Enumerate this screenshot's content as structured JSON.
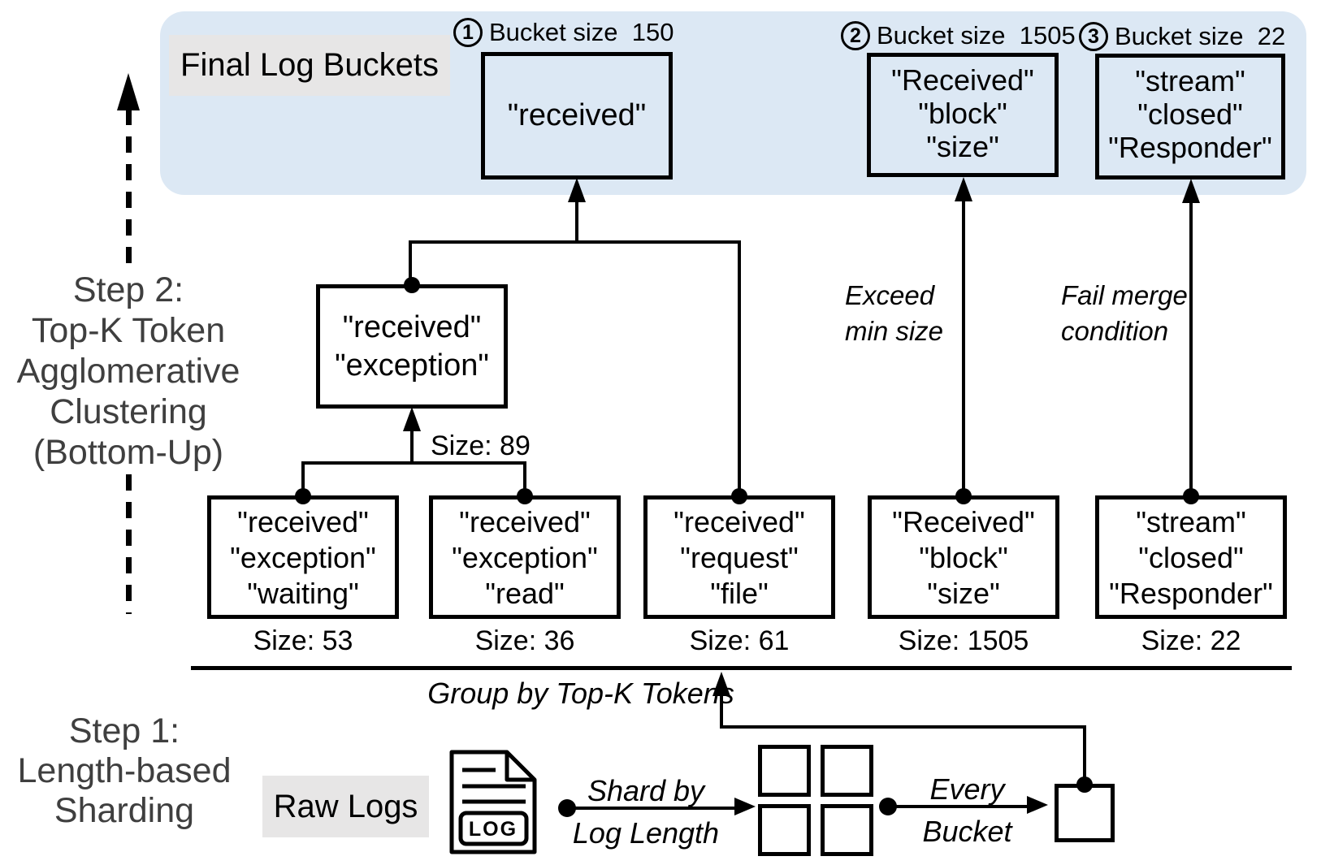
{
  "colors": {
    "panel_blue": "#dce8f4",
    "label_gray": "#e7e6e6",
    "step_text_gray": "#3f3f3f",
    "line_black": "#000000"
  },
  "final_buckets_label": "Final Log Buckets",
  "buckets": [
    {
      "number": "1",
      "size_label": "Bucket size  150",
      "tokens": [
        "\"received\""
      ]
    },
    {
      "number": "2",
      "size_label": "Bucket size  1505",
      "tokens": [
        "\"Received\"",
        "\"block\"",
        "\"size\""
      ]
    },
    {
      "number": "3",
      "size_label": "Bucket size  22",
      "tokens": [
        "\"stream\"",
        "\"closed\"",
        "\"Responder\""
      ]
    }
  ],
  "merge_box": {
    "tokens": [
      "\"received\"",
      "\"exception\""
    ],
    "size_label": "Size: 89"
  },
  "leaves": [
    {
      "tokens": [
        "\"received\"",
        "\"exception\"",
        "\"waiting\""
      ],
      "size_label": "Size: 53"
    },
    {
      "tokens": [
        "\"received\"",
        "\"exception\"",
        "\"read\""
      ],
      "size_label": "Size: 36"
    },
    {
      "tokens": [
        "\"received\"",
        "\"request\"",
        "\"file\""
      ],
      "size_label": "Size: 61"
    },
    {
      "tokens": [
        "\"Received\"",
        "\"block\"",
        "\"size\""
      ],
      "size_label": "Size: 1505"
    },
    {
      "tokens": [
        "\"stream\"",
        "\"closed\"",
        "\"Responder\""
      ],
      "size_label": "Size: 22"
    }
  ],
  "annotations": {
    "exceed_line1": "Exceed",
    "exceed_line2": "min size",
    "fail_line1": "Fail merge",
    "fail_line2": "condition"
  },
  "step2_label": {
    "lines": [
      "Step 2:",
      "Top-K Token",
      "Agglomerative",
      "Clustering",
      "(Bottom-Up)"
    ]
  },
  "step1_label": {
    "lines": [
      "Step 1:",
      "Length-based",
      "Sharding"
    ]
  },
  "flow": {
    "group_by_label": "Group by Top-K Tokens",
    "raw_logs_label": "Raw Logs",
    "log_icon_text": "LOG",
    "shard_line1": "Shard by",
    "shard_line2": "Log Length",
    "every_line1": "Every",
    "every_line2": "Bucket"
  }
}
